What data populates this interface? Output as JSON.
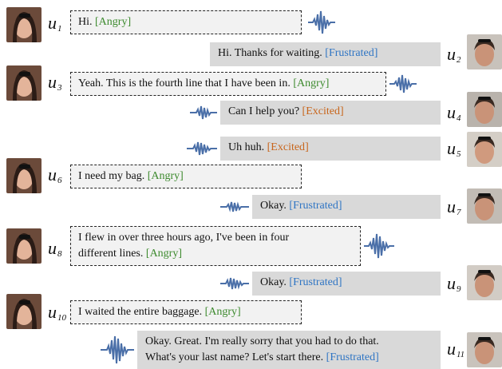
{
  "utterances": [
    {
      "id": "u1",
      "sub": "1",
      "speaker": "female",
      "text": "Hi.",
      "emotion": "Angry",
      "emotion_color": "#3d8a2e"
    },
    {
      "id": "u2",
      "sub": "2",
      "speaker": "male",
      "text": "Hi.  Thanks for waiting.",
      "emotion": "Frustrated",
      "emotion_color": "#2f75c4"
    },
    {
      "id": "u3",
      "sub": "3",
      "speaker": "female",
      "text": "Yeah. This is the fourth line that I have been in.",
      "emotion": "Angry",
      "emotion_color": "#3d8a2e"
    },
    {
      "id": "u4",
      "sub": "4",
      "speaker": "male",
      "text": "Can I help you?",
      "emotion": "Excited",
      "emotion_color": "#c8651b"
    },
    {
      "id": "u5",
      "sub": "5",
      "speaker": "male",
      "text": "Uh huh.",
      "emotion": "Excited",
      "emotion_color": "#c8651b"
    },
    {
      "id": "u6",
      "sub": "6",
      "speaker": "female",
      "text": "I need my bag.",
      "emotion": "Angry",
      "emotion_color": "#3d8a2e"
    },
    {
      "id": "u7",
      "sub": "7",
      "speaker": "male",
      "text": "Okay.",
      "emotion": "Frustrated",
      "emotion_color": "#2f75c4"
    },
    {
      "id": "u8",
      "sub": "8",
      "speaker": "female",
      "text_line1": "I flew in over three hours ago, I've been in four",
      "text_line2": "different lines.",
      "emotion": "Angry",
      "emotion_color": "#3d8a2e"
    },
    {
      "id": "u9",
      "sub": "9",
      "speaker": "male",
      "text": "Okay.",
      "emotion": "Frustrated",
      "emotion_color": "#2f75c4"
    },
    {
      "id": "u10",
      "sub": "10",
      "speaker": "female",
      "text": "I waited the entire baggage.",
      "emotion": "Angry",
      "emotion_color": "#3d8a2e"
    },
    {
      "id": "u11",
      "sub": "11",
      "speaker": "male",
      "text_line1": "Okay.  Great.  I'm really sorry that you had to do that.",
      "text_line2": "What's your last name?  Let's start there.",
      "emotion": "Frustrated",
      "emotion_color": "#2f75c4"
    }
  ],
  "label_letter": "u"
}
